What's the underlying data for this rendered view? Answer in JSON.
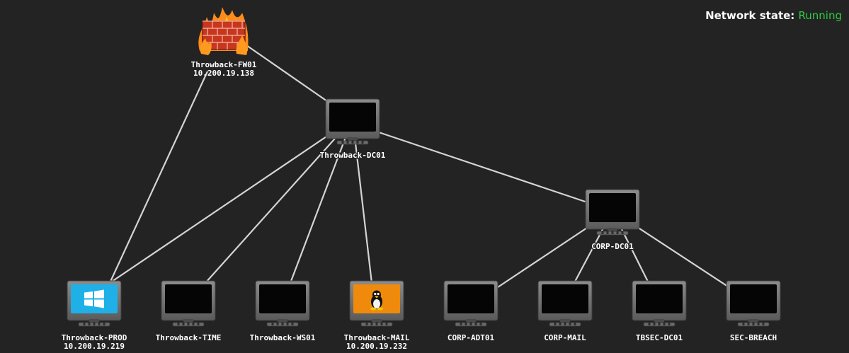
{
  "status": {
    "label": "Network state:",
    "value": "Running",
    "value_color": "#2ecc40"
  },
  "nodes": [
    {
      "id": "fw01",
      "name": "Throwback-FW01",
      "ip": "10.200.19.138",
      "type": "firewall",
      "icon": "firewall-icon"
    },
    {
      "id": "dc01",
      "name": "Throwback-DC01",
      "ip": "",
      "type": "blank",
      "icon": "monitor-icon"
    },
    {
      "id": "corpdc01",
      "name": "CORP-DC01",
      "ip": "",
      "type": "blank",
      "icon": "monitor-icon"
    },
    {
      "id": "prod",
      "name": "Throwback-PROD",
      "ip": "10.200.19.219",
      "type": "windows",
      "icon": "windows-icon"
    },
    {
      "id": "time",
      "name": "Throwback-TIME",
      "ip": "",
      "type": "blank",
      "icon": "monitor-icon"
    },
    {
      "id": "ws01",
      "name": "Throwback-WS01",
      "ip": "",
      "type": "blank",
      "icon": "monitor-icon"
    },
    {
      "id": "mail",
      "name": "Throwback-MAIL",
      "ip": "10.200.19.232",
      "type": "linux",
      "icon": "linux-icon"
    },
    {
      "id": "adt01",
      "name": "CORP-ADT01",
      "ip": "",
      "type": "blank",
      "icon": "monitor-icon"
    },
    {
      "id": "corpmail",
      "name": "CORP-MAIL",
      "ip": "",
      "type": "blank",
      "icon": "monitor-icon"
    },
    {
      "id": "tbsecdc01",
      "name": "TBSEC-DC01",
      "ip": "",
      "type": "blank",
      "icon": "monitor-icon"
    },
    {
      "id": "secbreach",
      "name": "SEC-BREACH",
      "ip": "",
      "type": "blank",
      "icon": "monitor-icon"
    }
  ],
  "edges": [
    [
      "fw01",
      "dc01"
    ],
    [
      "fw01",
      "prod"
    ],
    [
      "dc01",
      "prod"
    ],
    [
      "dc01",
      "time"
    ],
    [
      "dc01",
      "ws01"
    ],
    [
      "dc01",
      "mail"
    ],
    [
      "dc01",
      "corpdc01"
    ],
    [
      "corpdc01",
      "adt01"
    ],
    [
      "corpdc01",
      "corpmail"
    ],
    [
      "corpdc01",
      "tbsecdc01"
    ],
    [
      "corpdc01",
      "secbreach"
    ]
  ]
}
